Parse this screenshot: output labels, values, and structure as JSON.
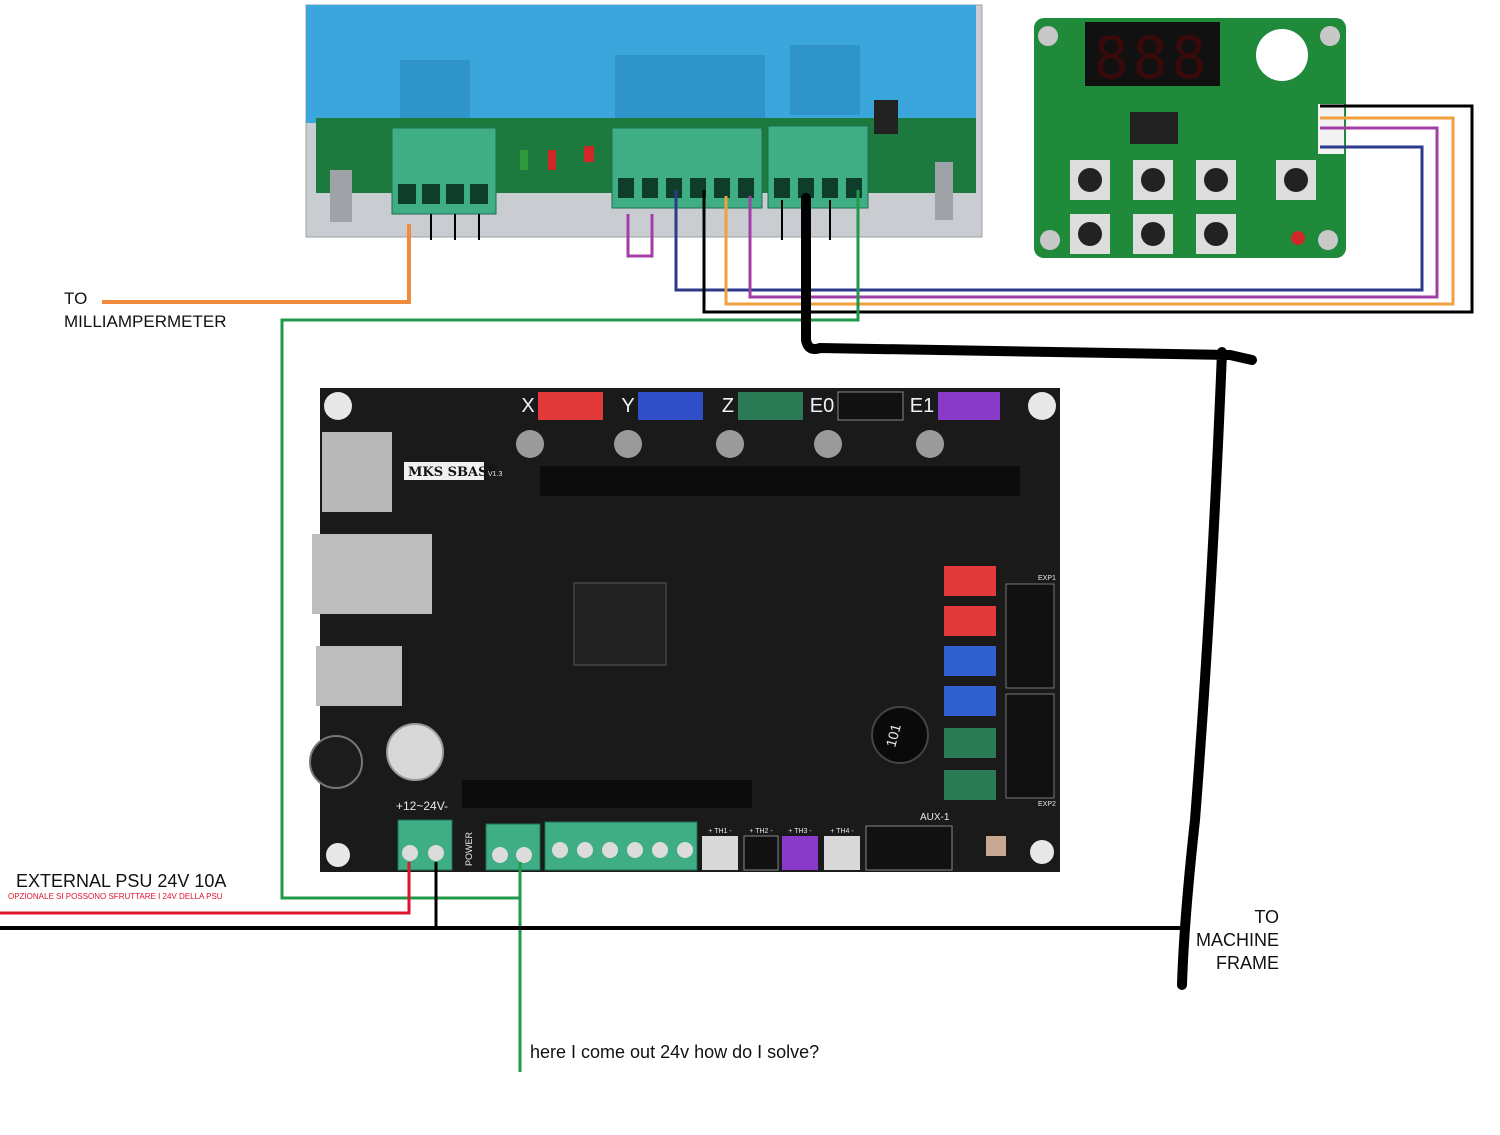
{
  "labels": {
    "milliampermeter": [
      "TO",
      "MILLIAMPERMETER"
    ],
    "psu": "EXTERNAL PSU 24V 10A",
    "psu_note": "OPZIONALE SI POSSONO SFRUTTARE I 24V DELLA PSU",
    "machine_frame": [
      "TO MACHINE",
      "FRAME"
    ],
    "question": "here I come out 24v how do I solve?"
  },
  "board": {
    "name": "MKS SBASE",
    "version": "V1.3",
    "power_label": "+12~24V-",
    "power_side_label": "POWER",
    "axis_labels": [
      "X",
      "Y",
      "Z",
      "E0",
      "E1"
    ],
    "thermistor_labels": [
      "+ TH1 -",
      "+ TH2 -",
      "+ TH3 -",
      "+ TH4 -"
    ],
    "aux_label": "AUX-1",
    "exp_labels": [
      "EXP1",
      "EXP2"
    ],
    "inductor_label": "101"
  },
  "display_module": {
    "digits": "888"
  },
  "colors": {
    "wire_orange": "#f08a3c",
    "wire_green": "#1f9a4a",
    "wire_red": "#e0142c",
    "wire_black": "#000000",
    "wire_blue": "#2b3a8a",
    "wire_purple": "#a23ea6",
    "wire_yellow": "#f0a03c",
    "psu_case": "#3aa6dc",
    "pcb_green": "#1f8a3a",
    "board_black": "#1a1a1a",
    "terminal_green": "#3fae84"
  }
}
